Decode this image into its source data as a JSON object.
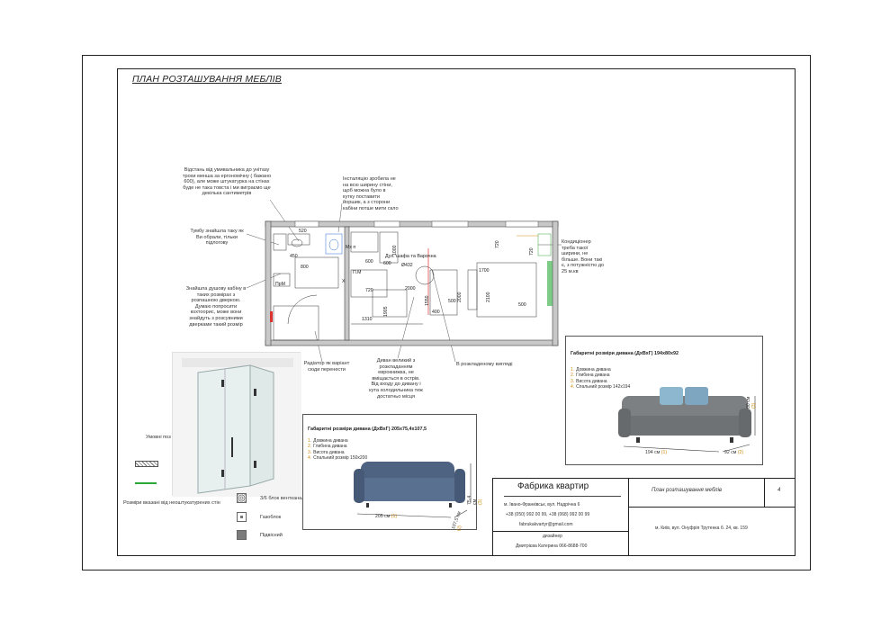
{
  "sheet": {
    "title": "ПЛАН РОЗТАШУВАННЯ МЕБЛІВ"
  },
  "notes": {
    "sink_toilet": "Відстань від умивальника до унітазу трохи менша за ергономічну ( бажано 600), але може штукатурка на стінах буде не така товста і ми виграємо ще декілька сантиметрів",
    "installation": "Інсталяцію зробила не на всю ширину стіни, щоб можна було в кутку поставити йоршик, а з сторони кабіни потше мити скло",
    "cabinet": "Тумбу знайшла таку як Ви обрали, тільки підлогову",
    "shower": "Знайшла душову кабіну в таких розмірах з розпашною дверкою. Думаю попросити кохтоорис, може вони знайдуть з розсувними дверками такий розмір",
    "radiator": "Радіатор як варіант сюди перенести",
    "sofa_big": "Диван великий з розкладанням еврокнижка, не вміщається в острів. Від входу до дивану і кута холодильника теж достатньо місця",
    "unfolded": "В розкладеному вигляді",
    "conditioner": "Кондиціонер треба такої ширини, не більше. Вони такі є, з потужністю до 25 м.кв",
    "duct": "Дух. шафа та Варочна",
    "dims_note": "Розміри вказані від неоштукатурених стін",
    "legend_title": "Умовні поз"
  },
  "plan_labels": {
    "d520": "520",
    "d450": "450",
    "d800": "800",
    "d600a": "600",
    "d600b": "600",
    "d1000": "1000",
    "d1700": "1700",
    "d720a": "720",
    "d720b": "720",
    "d720c": "720",
    "d2000a": "2000",
    "d2000b": "2000",
    "d2100": "2100",
    "d1550": "1550",
    "d1905": "1905",
    "d1310": "1310",
    "d500a": "500",
    "d500b": "500",
    "d400": "400",
    "d432": "Ø432",
    "mxn": "Мх п",
    "pm": "П.М",
    "hm": "ПрМ",
    "x": "Х"
  },
  "sofa1": {
    "title": "Габаритні розміри дивана (ДхВхГ) 194х80х92",
    "items": [
      "Довжина дивана",
      "Глибина дивана",
      "Висота дивана",
      "Спальний розмір 142х194"
    ],
    "dim_length": "194 см",
    "dim_depth": "92 см",
    "dim_height": "80 см",
    "n1": "(1)",
    "n2": "(2)",
    "n3": "(3)"
  },
  "sofa2": {
    "title": "Габаритні розміри дивана (ДхВхГ) 205х75,4х107,5",
    "items": [
      "Довжина дивана",
      "Глибина дивана",
      "Висота дивана",
      "Спальний розмір 150х200"
    ],
    "dim_length": "205 см",
    "dim_depth": "107,5 см",
    "dim_height": "75,4 см",
    "n1": "(1)",
    "n2": "(2)",
    "n3": "(3)"
  },
  "legend": {
    "vent": "3/6 блок вентканалу",
    "gas": "Газоблок",
    "ceiling": "Підвісний"
  },
  "title_block": {
    "company": "Фабрика квартир",
    "address": "м. Івано-Франківськ, вул. Надрічна 6",
    "phones": "+38 (050) 992 00 99, +38 (068) 992 00 99",
    "email": "fabrukakvartyr@gmail.com",
    "role": "дизайнер",
    "designer": "Дмитрієва Катерина  066-8688-700",
    "sheet_name": "План розташування меблів",
    "sheet_number": "4",
    "object_address": "м. Київ, вул. Онуфрія Трутенка б. 24, кв. 159"
  }
}
